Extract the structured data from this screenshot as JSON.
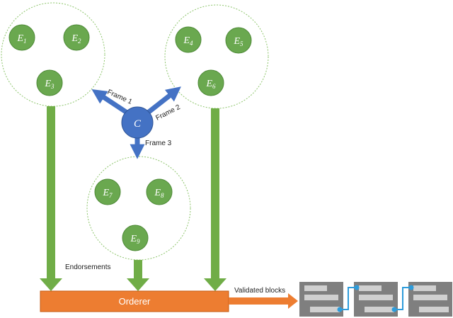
{
  "colors": {
    "node_fill": "#6aa84f",
    "node_stroke": "#4e8a37",
    "group_border": "#8cc46a",
    "arrow_green": "#70ad47",
    "client_blue": "#4472c4",
    "orderer_fill": "#ed7d31",
    "block_fill": "#7f7f7f",
    "block_bar": "#d0d0d0",
    "chain_link": "#2e9cdb"
  },
  "client": {
    "label": "C",
    "icon": "client-node"
  },
  "frames": {
    "frame1": "Frame 1",
    "frame2": "Frame 2",
    "frame3": "Frame 3"
  },
  "endorsers": {
    "e1": {
      "base": "E",
      "sub": "1"
    },
    "e2": {
      "base": "E",
      "sub": "2"
    },
    "e3": {
      "base": "E",
      "sub": "3"
    },
    "e4": {
      "base": "E",
      "sub": "4"
    },
    "e5": {
      "base": "E",
      "sub": "5"
    },
    "e6": {
      "base": "E",
      "sub": "6"
    },
    "e7": {
      "base": "E",
      "sub": "7"
    },
    "e8": {
      "base": "E",
      "sub": "8"
    },
    "e9": {
      "base": "E",
      "sub": "9"
    }
  },
  "labels": {
    "endorsements": "Endorsements",
    "orderer": "Orderer",
    "validated_blocks": "Validated blocks"
  },
  "blocks": [
    "block-icon",
    "block-icon",
    "block-icon"
  ]
}
